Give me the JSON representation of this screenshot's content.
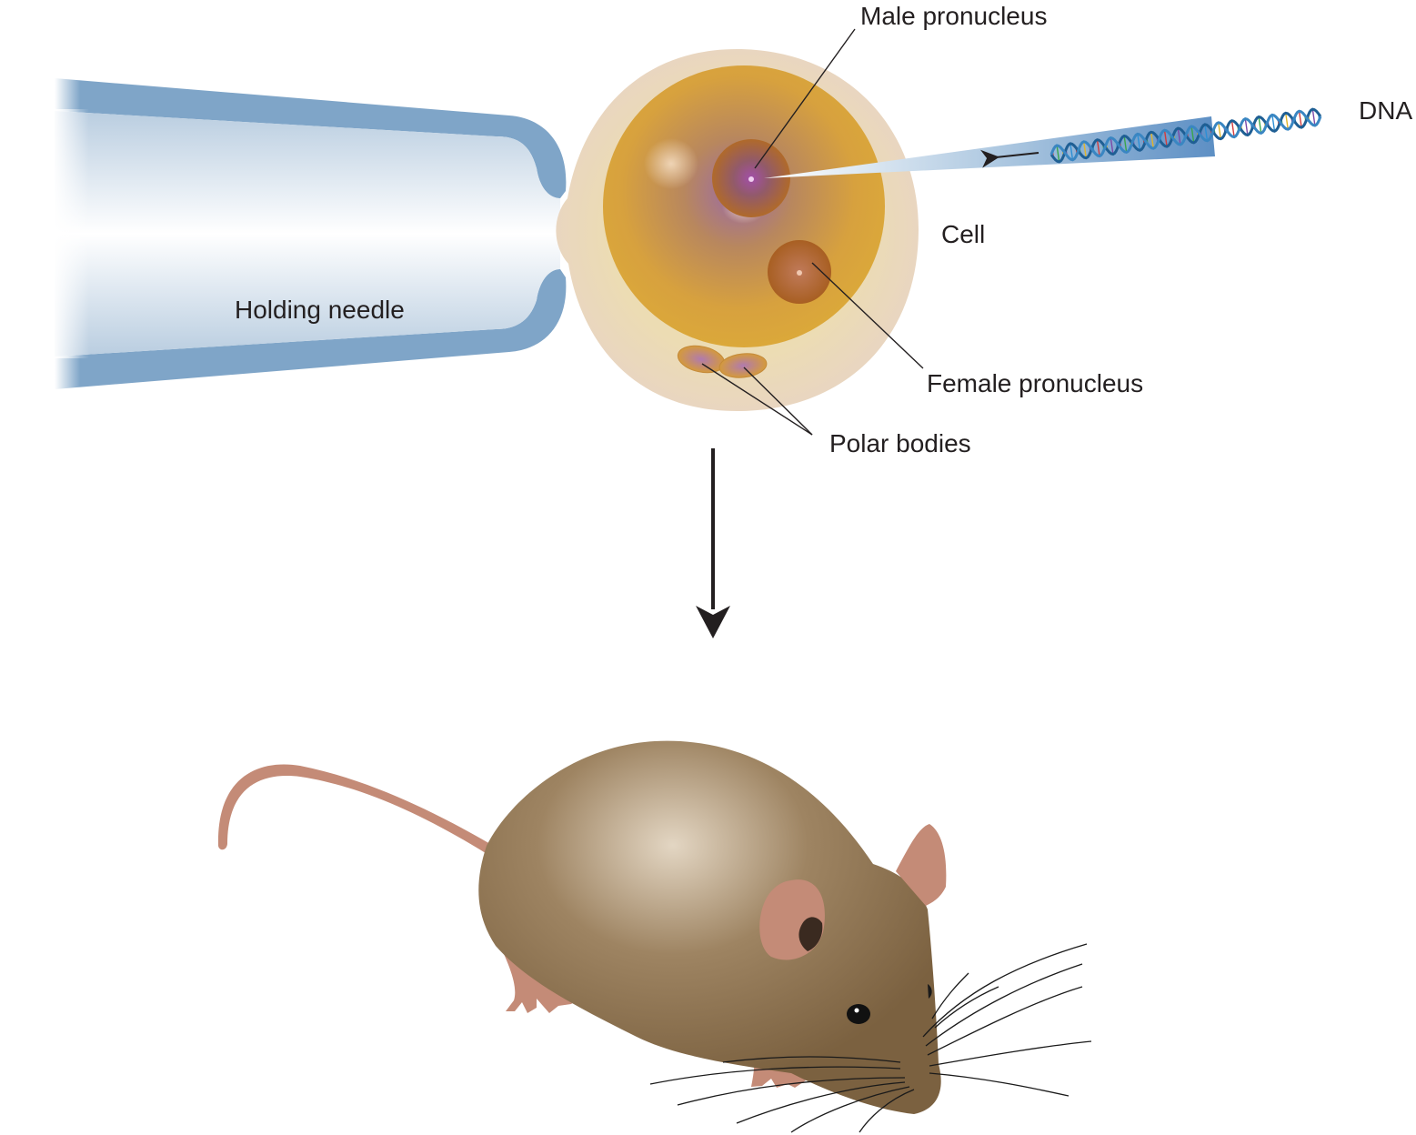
{
  "labels": {
    "male_pronucleus": "Male pronucleus",
    "dna": "DNA",
    "cell": "Cell",
    "holding_needle": "Holding needle",
    "female_pronucleus": "Female pronucleus",
    "polar_bodies": "Polar bodies"
  },
  "colors": {
    "needle_blue": "#7fa5c8",
    "cell_membrane": "#ecdcb3",
    "cytoplasm": "#d8a33c",
    "pronucleus": "#a5652b",
    "polar_body": "#c4893c",
    "arrow": "#231f20",
    "mouse_fur": "#7b6140",
    "mouse_skin": "#c48b77",
    "dna_backbone": "#2c6fa3",
    "text": "#231f20"
  },
  "icons": {
    "holding_needle": "holding-needle-icon",
    "cell": "zygote-cell-icon",
    "injection_pipette": "injection-pipette-icon",
    "dna": "dna-double-helix-icon",
    "mouse": "transgenic-mouse-icon"
  }
}
